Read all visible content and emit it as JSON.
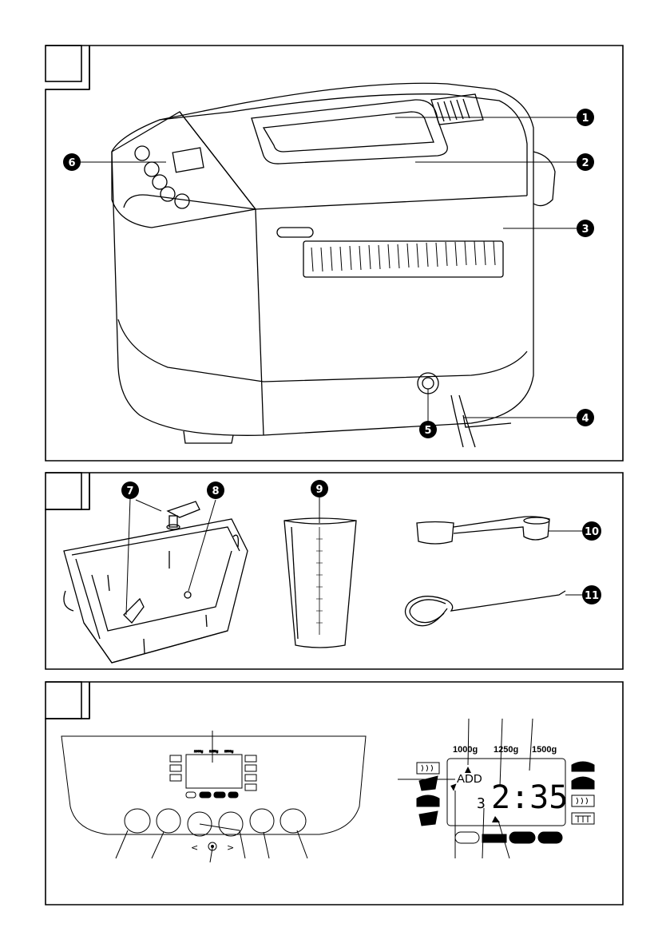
{
  "callouts": [
    "1",
    "2",
    "3",
    "4",
    "5",
    "6",
    "7",
    "8",
    "9",
    "10",
    "11"
  ],
  "panel3": {
    "weights": [
      "1000g",
      "1250g",
      "1500g"
    ],
    "small_weights": [
      "1000g",
      "1250g",
      "1500g"
    ],
    "add_label": "ADD",
    "time": "2:35",
    "program": "3",
    "button_glyphs": [
      "<",
      ">"
    ]
  }
}
